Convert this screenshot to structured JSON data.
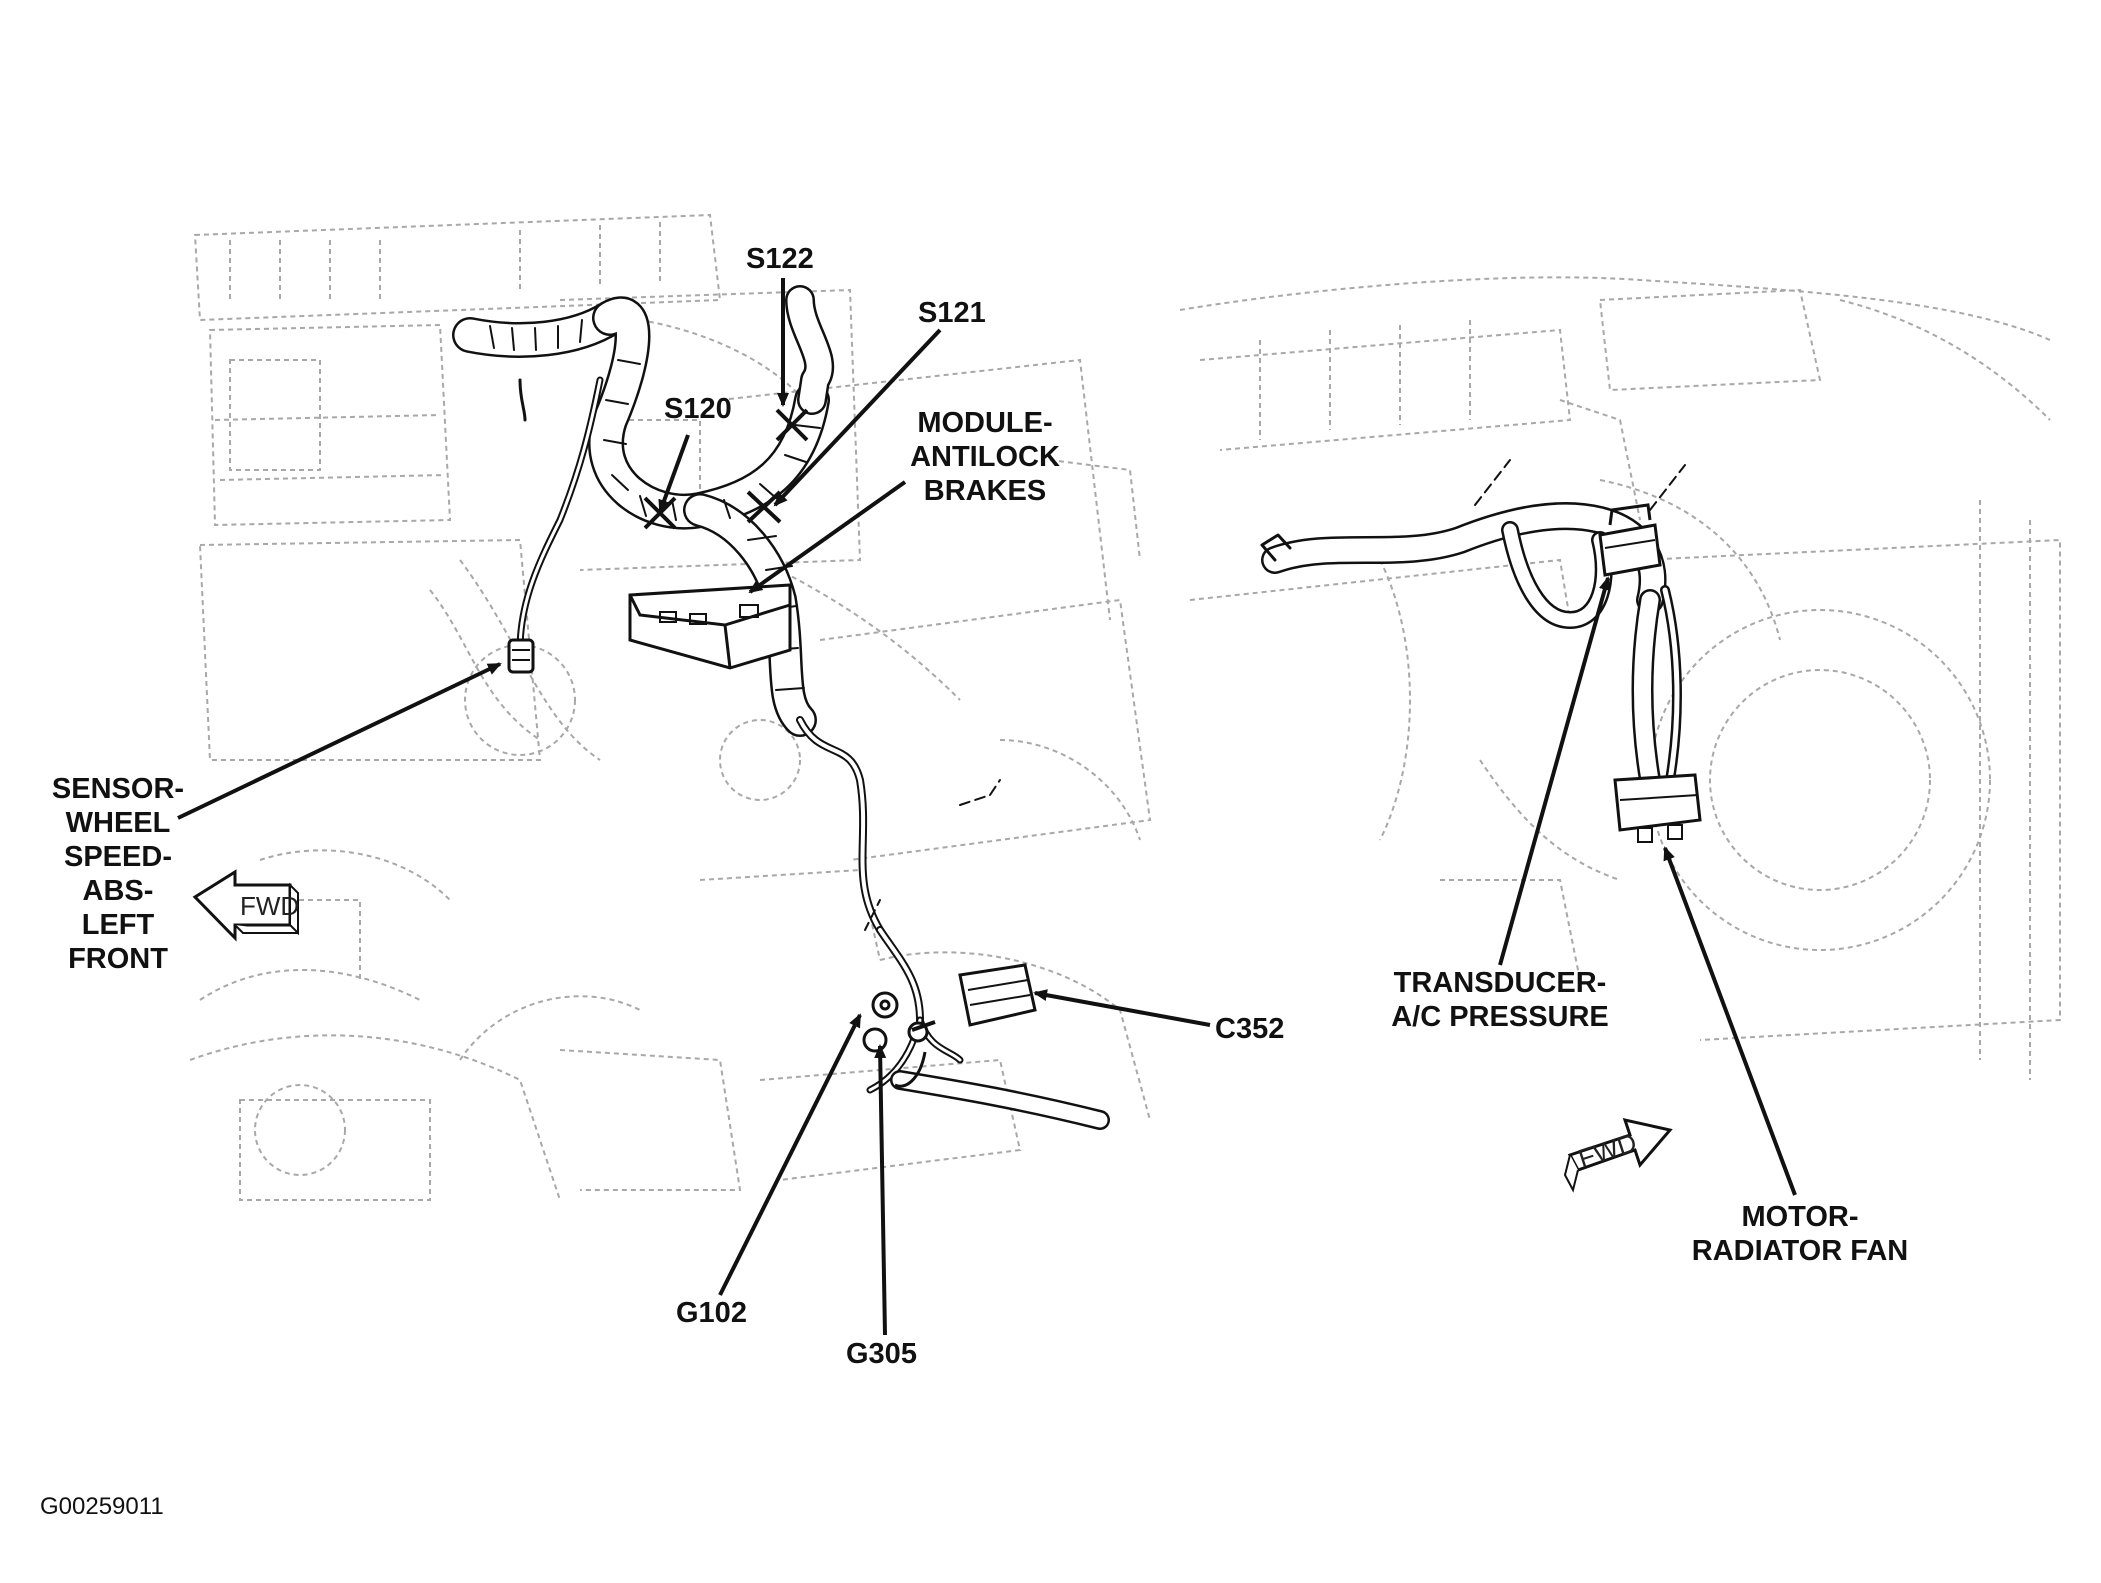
{
  "labels": {
    "s122": "S122",
    "s121": "S121",
    "s120": "S120",
    "module_abs": [
      "MODULE-",
      "ANTILOCK",
      "BRAKES"
    ],
    "sensor_wheel_speed": [
      "SENSOR-",
      "WHEEL",
      "SPEED-",
      "ABS-",
      "LEFT",
      "FRONT"
    ],
    "c352": "C352",
    "g102": "G102",
    "g305": "G305",
    "transducer": [
      "TRANSDUCER-",
      "A/C PRESSURE"
    ],
    "motor_fan": [
      "MOTOR-",
      "RADIATOR FAN"
    ]
  },
  "fwd_left": "FWD",
  "fwd_right": "FWD",
  "figure_id": "G00259011",
  "colors": {
    "ink": "#111111",
    "background_linework": "#9a9a9a",
    "background": "#ffffff"
  }
}
